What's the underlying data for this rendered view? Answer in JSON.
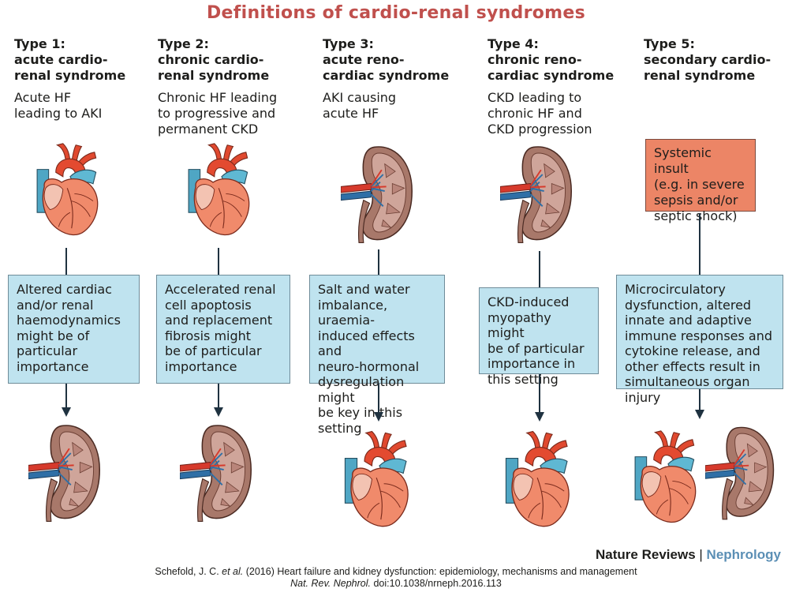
{
  "title": "Definitions of cardio-renal syndromes",
  "colors": {
    "title": "#c0504d",
    "box_fill": "#bfe3ef",
    "insult_fill": "#ec8566",
    "brand_accent": "#5b8fb5"
  },
  "types": [
    {
      "heading": "Type 1:\nacute cardio-\nrenal syndrome",
      "description": "Acute HF\nleading to AKI",
      "box": "Altered cardiac\nand/or renal\nhaemodynamics\nmight be of\nparticular\nimportance",
      "top_organ": "heart",
      "bottom_organ": "kidney"
    },
    {
      "heading": "Type 2:\nchronic cardio-\nrenal syndrome",
      "description": "Chronic HF leading\nto progressive and\npermanent CKD",
      "box": "Accelerated renal\ncell apoptosis\nand replacement\nfibrosis might\nbe of particular\nimportance",
      "top_organ": "heart",
      "bottom_organ": "kidney"
    },
    {
      "heading": "Type 3:\nacute reno-\ncardiac syndrome",
      "description": "AKI causing\nacute HF",
      "box": "Salt and water\nimbalance, uraemia-\ninduced effects and\nneuro-hormonal\ndysregulation might\nbe key in this setting",
      "top_organ": "kidney",
      "bottom_organ": "heart"
    },
    {
      "heading": "Type 4:\nchronic reno-\ncardiac syndrome",
      "description": "CKD leading to\nchronic HF and\nCKD progression",
      "box": "CKD-induced\nmyopathy might\nbe of particular\nimportance in\nthis setting",
      "top_organ": "kidney",
      "bottom_organ": "heart"
    },
    {
      "heading": "Type 5:\nsecondary cardio-\nrenal syndrome",
      "insult": "Systemic insult\n(e.g. in severe\nsepsis and/or\nseptic shock)",
      "box": "Microcirculatory\ndysfunction, altered\ninnate and adaptive\nimmune responses and\ncytokine release, and\nother effects result in\nsimultaneous organ injury",
      "bottom_organ": "heart-and-kidney"
    }
  ],
  "brand": {
    "journal": "Nature Reviews",
    "separator": "|",
    "section": "Nephrology"
  },
  "citation": {
    "line1_authors": "Schefold, J. C. ",
    "line1_etal": "et al.",
    "line1_rest": " (2016) Heart failure and kidney dysfunction: epidemiology, mechanisms and management",
    "line2_journal": "Nat. Rev. Nephrol.",
    "line2_doi": " doi:10.1038/nrneph.2016.113"
  }
}
